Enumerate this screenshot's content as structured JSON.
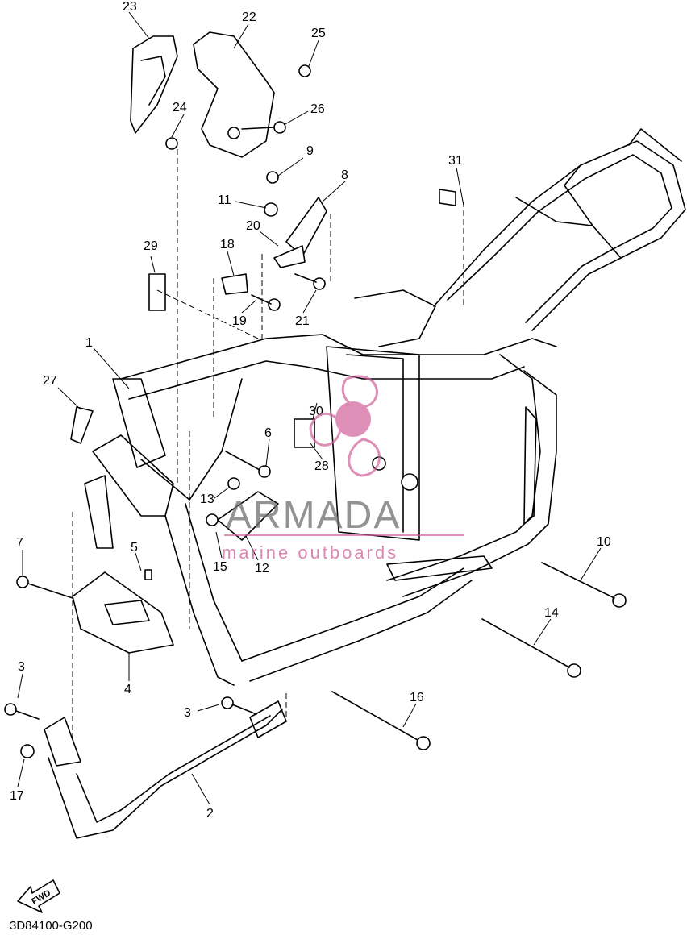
{
  "callouts": [
    "1",
    "2",
    "3",
    "3",
    "4",
    "5",
    "6",
    "7",
    "8",
    "9",
    "10",
    "11",
    "12",
    "13",
    "14",
    "15",
    "16",
    "17",
    "18",
    "19",
    "20",
    "21",
    "22",
    "23",
    "24",
    "25",
    "26",
    "27",
    "28",
    "29",
    "30",
    "31"
  ],
  "fwd_label": "FWD",
  "drawing_code": "3D84100-G200",
  "watermark": {
    "name": "ARMADA",
    "subtitle": "marine outboards",
    "color": "#d0609a"
  }
}
